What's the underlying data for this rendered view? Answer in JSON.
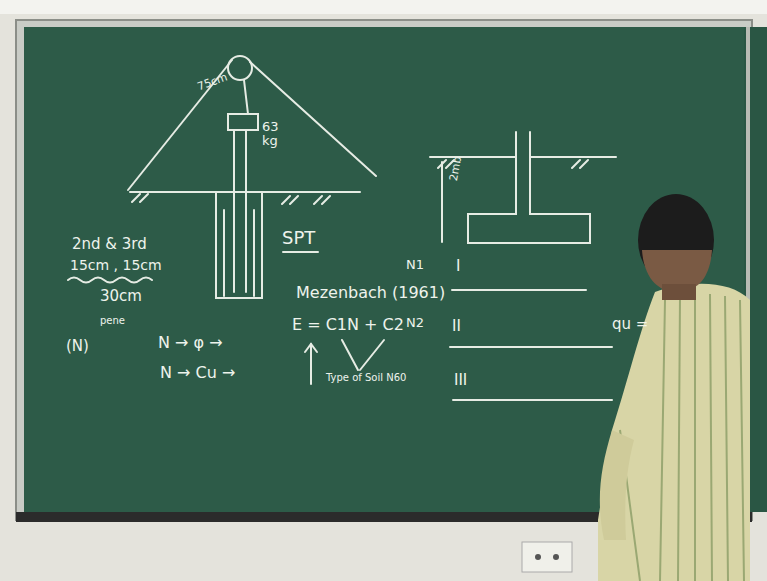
{
  "diagram": {
    "labels": [
      "75cm",
      "63 kg",
      "SPT",
      "2nd & 3rd",
      "15cm , 15cm",
      "30cm",
      "pene",
      "(N)",
      "N → φ →",
      "N → Cu →",
      "Mezenbach (1961)",
      "E = C1N + C2",
      "Type of Soil N60",
      "N1",
      "I",
      "N2",
      "II",
      "III",
      "2mb",
      "qu ="
    ]
  }
}
